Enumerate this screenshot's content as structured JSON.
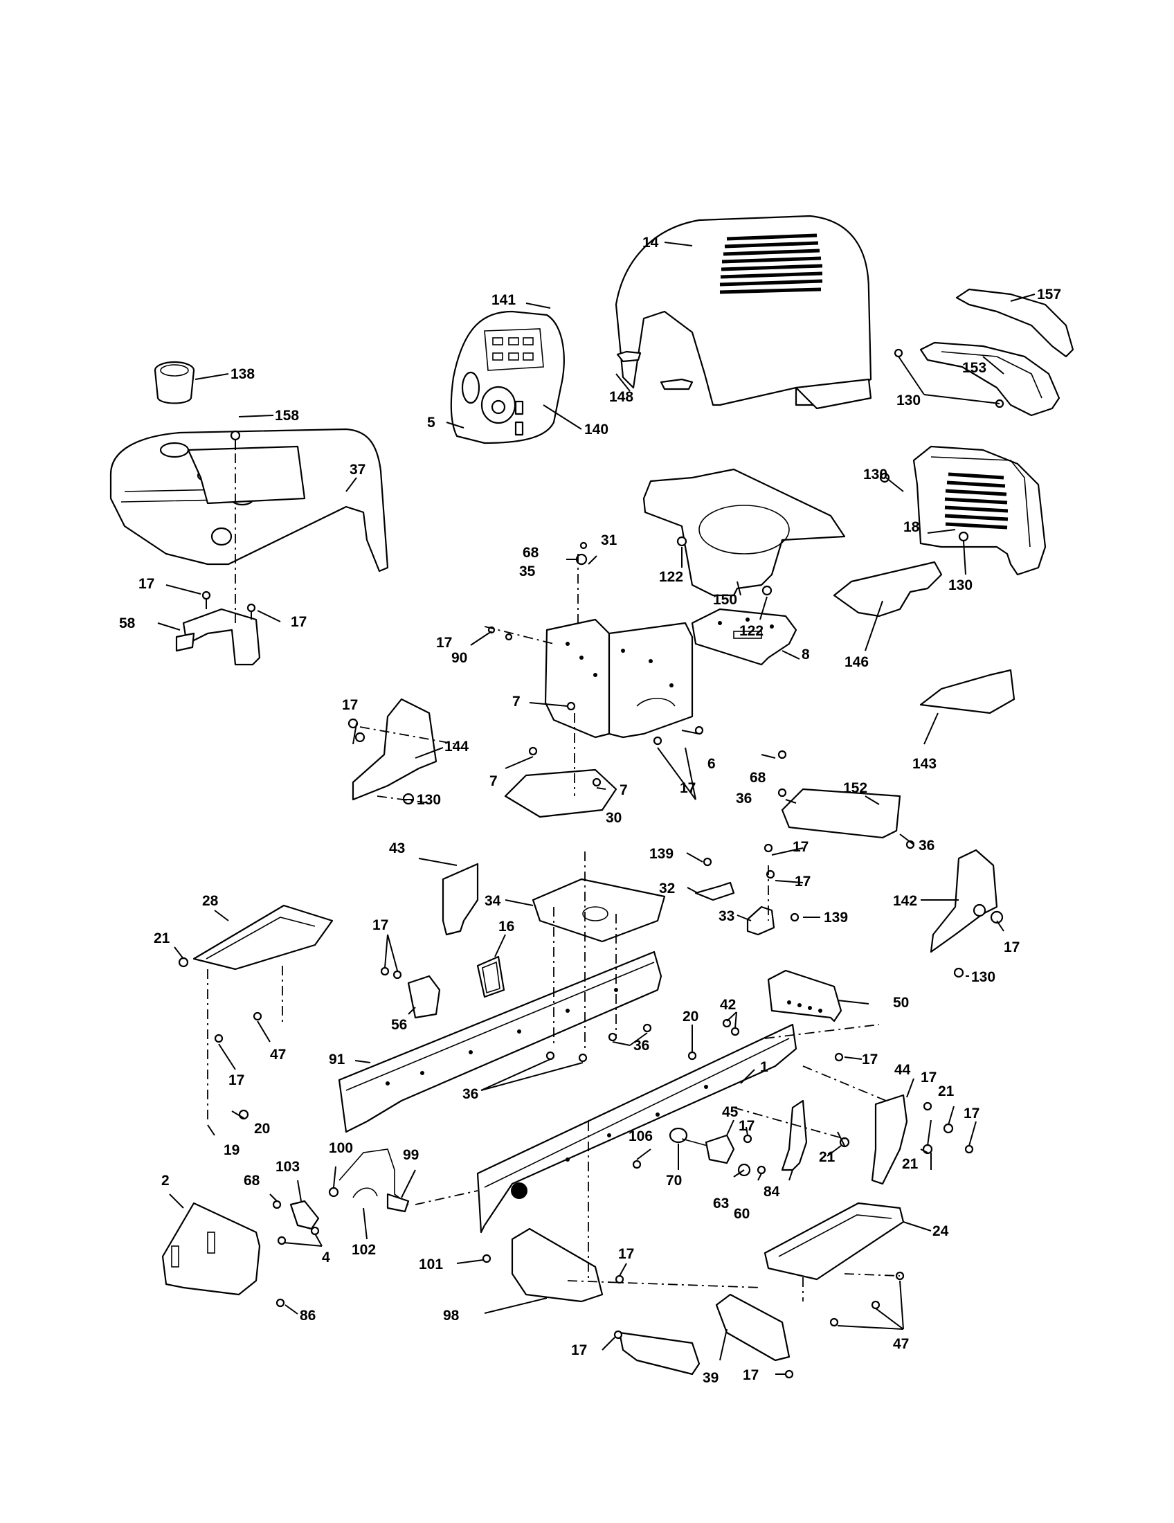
{
  "callouts": [
    {
      "id": "c14",
      "text": "14"
    },
    {
      "id": "c157",
      "text": "157"
    },
    {
      "id": "c153",
      "text": "153"
    },
    {
      "id": "c148",
      "text": "148"
    },
    {
      "id": "c130a",
      "text": "130"
    },
    {
      "id": "c138",
      "text": "138"
    },
    {
      "id": "c158",
      "text": "158"
    },
    {
      "id": "c141",
      "text": "141"
    },
    {
      "id": "c140",
      "text": "140"
    },
    {
      "id": "c5",
      "text": "5"
    },
    {
      "id": "c37",
      "text": "37"
    },
    {
      "id": "c130b",
      "text": "130"
    },
    {
      "id": "c18",
      "text": "18"
    },
    {
      "id": "c130c",
      "text": "130"
    },
    {
      "id": "c122a",
      "text": "122"
    },
    {
      "id": "c150",
      "text": "150"
    },
    {
      "id": "c122b",
      "text": "122"
    },
    {
      "id": "c68a",
      "text": "68"
    },
    {
      "id": "c35",
      "text": "35"
    },
    {
      "id": "c31",
      "text": "31"
    },
    {
      "id": "c17a",
      "text": "17"
    },
    {
      "id": "c17b",
      "text": "17"
    },
    {
      "id": "c58",
      "text": "58"
    },
    {
      "id": "c17c",
      "text": "17"
    },
    {
      "id": "c90",
      "text": "90"
    },
    {
      "id": "c8",
      "text": "8"
    },
    {
      "id": "c146",
      "text": "146"
    },
    {
      "id": "c7a",
      "text": "7"
    },
    {
      "id": "c17d",
      "text": "17"
    },
    {
      "id": "c144",
      "text": "144"
    },
    {
      "id": "c6",
      "text": "6"
    },
    {
      "id": "c68b",
      "text": "68"
    },
    {
      "id": "c143",
      "text": "143"
    },
    {
      "id": "c7b",
      "text": "7"
    },
    {
      "id": "c7c",
      "text": "7"
    },
    {
      "id": "c17e",
      "text": "17"
    },
    {
      "id": "c130d",
      "text": "130"
    },
    {
      "id": "c30",
      "text": "30"
    },
    {
      "id": "c36a",
      "text": "36"
    },
    {
      "id": "c152",
      "text": "152"
    },
    {
      "id": "c36b",
      "text": "36"
    },
    {
      "id": "c43",
      "text": "43"
    },
    {
      "id": "c139a",
      "text": "139"
    },
    {
      "id": "c17f",
      "text": "17"
    },
    {
      "id": "c17g",
      "text": "17"
    },
    {
      "id": "c32",
      "text": "32"
    },
    {
      "id": "c142",
      "text": "142"
    },
    {
      "id": "c28",
      "text": "28"
    },
    {
      "id": "c34",
      "text": "34"
    },
    {
      "id": "c33",
      "text": "33"
    },
    {
      "id": "c139b",
      "text": "139"
    },
    {
      "id": "c21a",
      "text": "21"
    },
    {
      "id": "c16",
      "text": "16"
    },
    {
      "id": "c17h",
      "text": "17"
    },
    {
      "id": "c17i",
      "text": "17"
    },
    {
      "id": "c130e",
      "text": "130"
    },
    {
      "id": "c56",
      "text": "56"
    },
    {
      "id": "c42",
      "text": "42"
    },
    {
      "id": "c50",
      "text": "50"
    },
    {
      "id": "c20a",
      "text": "20"
    },
    {
      "id": "c47a",
      "text": "47"
    },
    {
      "id": "c36c",
      "text": "36"
    },
    {
      "id": "c91",
      "text": "91"
    },
    {
      "id": "c17j",
      "text": "17"
    },
    {
      "id": "c17k",
      "text": "17"
    },
    {
      "id": "c44",
      "text": "44"
    },
    {
      "id": "c1",
      "text": "1"
    },
    {
      "id": "c17l",
      "text": "17"
    },
    {
      "id": "c36d",
      "text": "36"
    },
    {
      "id": "c21b",
      "text": "21"
    },
    {
      "id": "c17m",
      "text": "17"
    },
    {
      "id": "c20b",
      "text": "20"
    },
    {
      "id": "c19",
      "text": "19"
    },
    {
      "id": "c45",
      "text": "45"
    },
    {
      "id": "c17n",
      "text": "17"
    },
    {
      "id": "c106",
      "text": "106"
    },
    {
      "id": "c21c",
      "text": "21"
    },
    {
      "id": "c21d",
      "text": "21"
    },
    {
      "id": "c100",
      "text": "100"
    },
    {
      "id": "c99",
      "text": "99"
    },
    {
      "id": "c70",
      "text": "70"
    },
    {
      "id": "c2",
      "text": "2"
    },
    {
      "id": "c68c",
      "text": "68"
    },
    {
      "id": "c103",
      "text": "103"
    },
    {
      "id": "c84",
      "text": "84"
    },
    {
      "id": "c63",
      "text": "63"
    },
    {
      "id": "c60",
      "text": "60"
    },
    {
      "id": "c24",
      "text": "24"
    },
    {
      "id": "c102",
      "text": "102"
    },
    {
      "id": "c4",
      "text": "4"
    },
    {
      "id": "c101",
      "text": "101"
    },
    {
      "id": "c17o",
      "text": "17"
    },
    {
      "id": "c86",
      "text": "86"
    },
    {
      "id": "c98",
      "text": "98"
    },
    {
      "id": "c47b",
      "text": "47"
    },
    {
      "id": "c17p",
      "text": "17"
    },
    {
      "id": "c39",
      "text": "39"
    },
    {
      "id": "c17q",
      "text": "17"
    }
  ]
}
